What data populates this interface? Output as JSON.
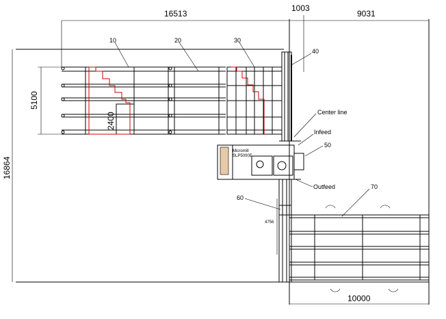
{
  "dimensions": {
    "top_left": "16513",
    "top_mid": "1003",
    "top_right": "9031",
    "left_total": "16864",
    "left_height": "5100",
    "inner_height": "2400",
    "bottom": "10000",
    "outfeed_span": "4756"
  },
  "callouts": {
    "c10": "10",
    "c20": "20",
    "c30": "30",
    "c40": "40",
    "c50": "50",
    "c60": "60",
    "c70": "70"
  },
  "labels": {
    "center_line": "Center line",
    "infeed": "Infeed",
    "outfeed": "Outfeed",
    "machine_name": "Micromill",
    "machine_model": "SLP5000E"
  },
  "colors": {
    "line": "#000000",
    "marking": "#cc0000"
  }
}
